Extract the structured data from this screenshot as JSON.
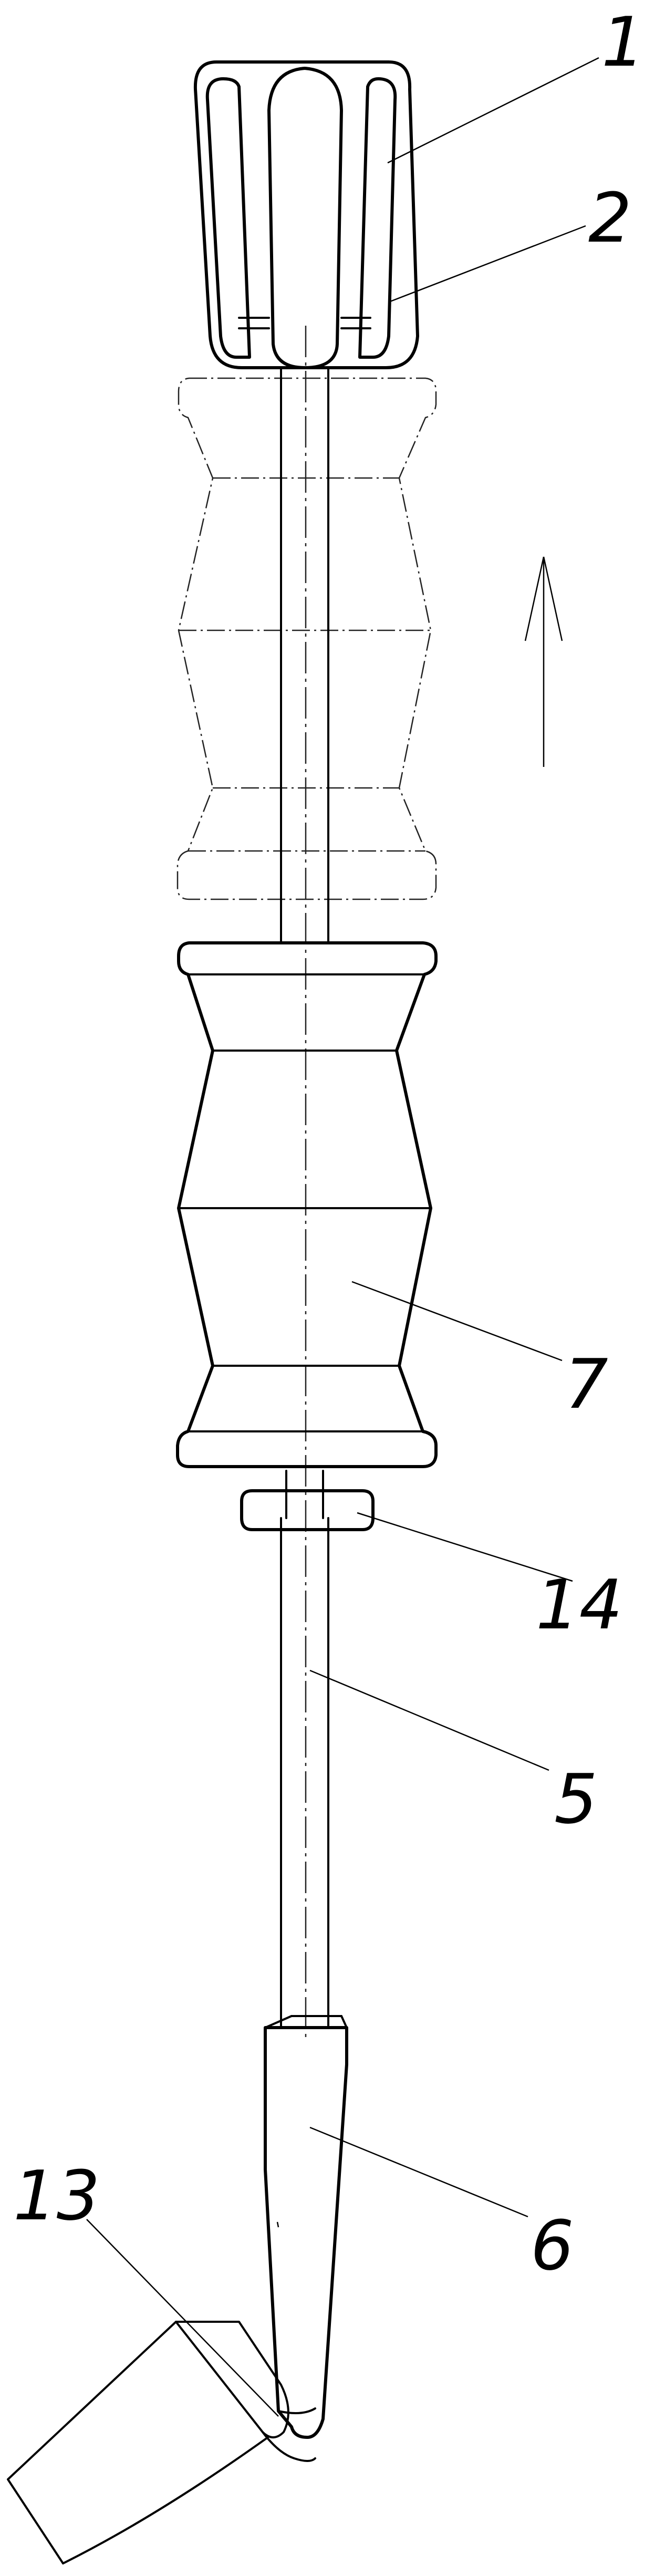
{
  "labels": {
    "part_1": "1",
    "part_2": "2",
    "part_5": "5",
    "part_6": "6",
    "part_7": "7",
    "part_13": "13",
    "part_14": "14"
  },
  "colors": {
    "line": "#000000",
    "background": "#ffffff"
  },
  "icons": {
    "direction_arrow": "arrow-up-icon"
  }
}
